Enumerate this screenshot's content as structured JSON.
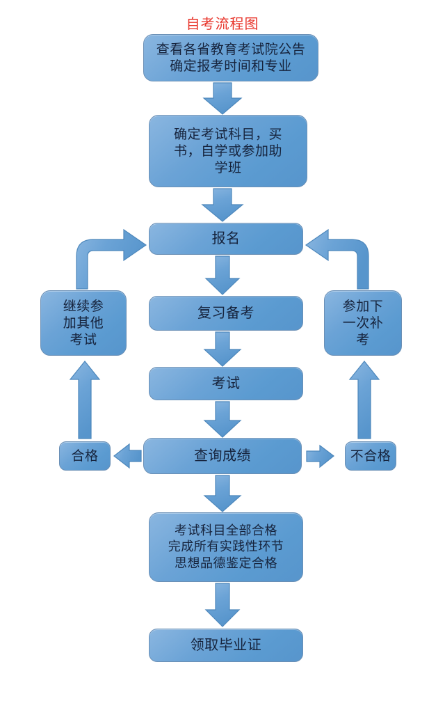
{
  "diagram": {
    "title": "自考流程图",
    "title_color": "#e8342a",
    "node_fill": "#5b9bd1",
    "node_border": "#6a8fb5",
    "arrow_fill": "#5b9bd1",
    "arrow_border": "#4d87bb",
    "background": "#ffffff",
    "nodes": {
      "announce": "查看各省教育考试院公告\n确定报考时间和专业",
      "subject": "确定考试科目，买\n书，自学或参加助\n学班",
      "signup": "报名",
      "other_exam": "继续参\n加其他\n考试",
      "review": "复习备考",
      "makeup": "参加下\n一次补\n考",
      "exam": "考试",
      "pass": "合格",
      "query_score": "查询成绩",
      "fail": "不合格",
      "all_pass": "考试科目全部合格\n完成所有实践性环节\n思想品德鉴定合格",
      "diploma": "领取毕业证"
    },
    "edges": [
      {
        "name": "announce-to-subject",
        "from": "announce",
        "to": "subject",
        "direction": "down"
      },
      {
        "name": "subject-to-signup",
        "from": "subject",
        "to": "signup",
        "direction": "down"
      },
      {
        "name": "other-exam-to-signup",
        "from": "other_exam",
        "to": "signup",
        "direction": "up-right-elbow"
      },
      {
        "name": "makeup-to-signup",
        "from": "makeup",
        "to": "signup",
        "direction": "up-left-elbow"
      },
      {
        "name": "signup-to-review",
        "from": "signup",
        "to": "review",
        "direction": "down"
      },
      {
        "name": "review-to-exam",
        "from": "review",
        "to": "exam",
        "direction": "down"
      },
      {
        "name": "exam-to-query",
        "from": "exam",
        "to": "query_score",
        "direction": "down"
      },
      {
        "name": "query-to-pass",
        "from": "query_score",
        "to": "pass",
        "direction": "left"
      },
      {
        "name": "query-to-fail",
        "from": "query_score",
        "to": "fail",
        "direction": "right"
      },
      {
        "name": "pass-to-other-exam",
        "from": "pass",
        "to": "other_exam",
        "direction": "up"
      },
      {
        "name": "fail-to-makeup",
        "from": "fail",
        "to": "makeup",
        "direction": "up"
      },
      {
        "name": "query-to-all-pass",
        "from": "query_score",
        "to": "all_pass",
        "direction": "down"
      },
      {
        "name": "all-pass-to-diploma",
        "from": "all_pass",
        "to": "diploma",
        "direction": "down"
      }
    ]
  }
}
